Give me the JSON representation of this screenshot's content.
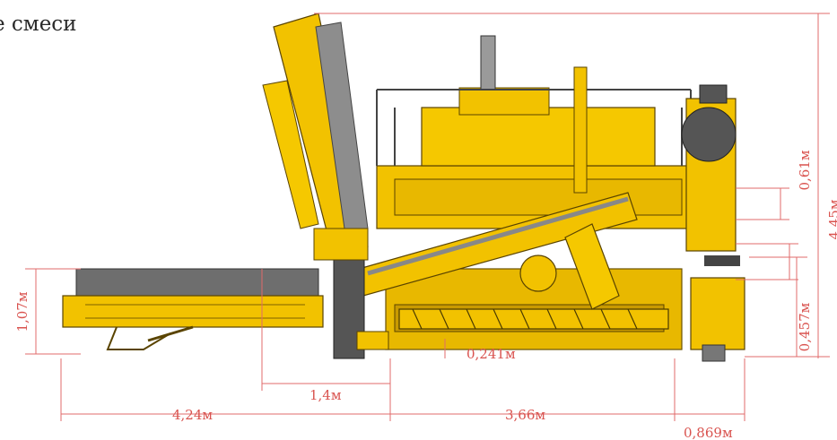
{
  "caption": {
    "line1": "е смеси",
    "line2": "."
  },
  "colors": {
    "machine_yellow": "#f2c200",
    "machine_shadow": "#c99a00",
    "dimension_red": "#d9534f",
    "belt_gray": "#7a7a7a"
  },
  "dimensions": {
    "top_height": "0,61м",
    "overall_height": "4,45м",
    "conveyor_height": "1,07м",
    "lower_height": "0,457м",
    "screw_clearance": "0,241м",
    "inner_length": "1,4м",
    "front_length": "4,24м",
    "middle_length": "3,66м",
    "rear_length": "0,869м"
  }
}
